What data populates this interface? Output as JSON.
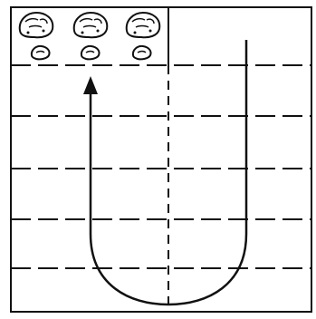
{
  "diagram": {
    "colors": {
      "ink": "#111111",
      "paper": "#ffffff"
    },
    "lanes": [
      {
        "name": "left-lane",
        "stones": [
          {
            "size": "large"
          },
          {
            "size": "large"
          },
          {
            "size": "large"
          },
          {
            "size": "small"
          },
          {
            "size": "small"
          },
          {
            "size": "small"
          }
        ]
      },
      {
        "name": "right-lane",
        "stones": []
      }
    ],
    "path": {
      "shape": "u-turn",
      "direction": "up-left"
    },
    "icons": {
      "large_stone": "stone-icon",
      "small_stone": "pebble-icon",
      "arrowhead": "arrow-up-icon"
    }
  }
}
